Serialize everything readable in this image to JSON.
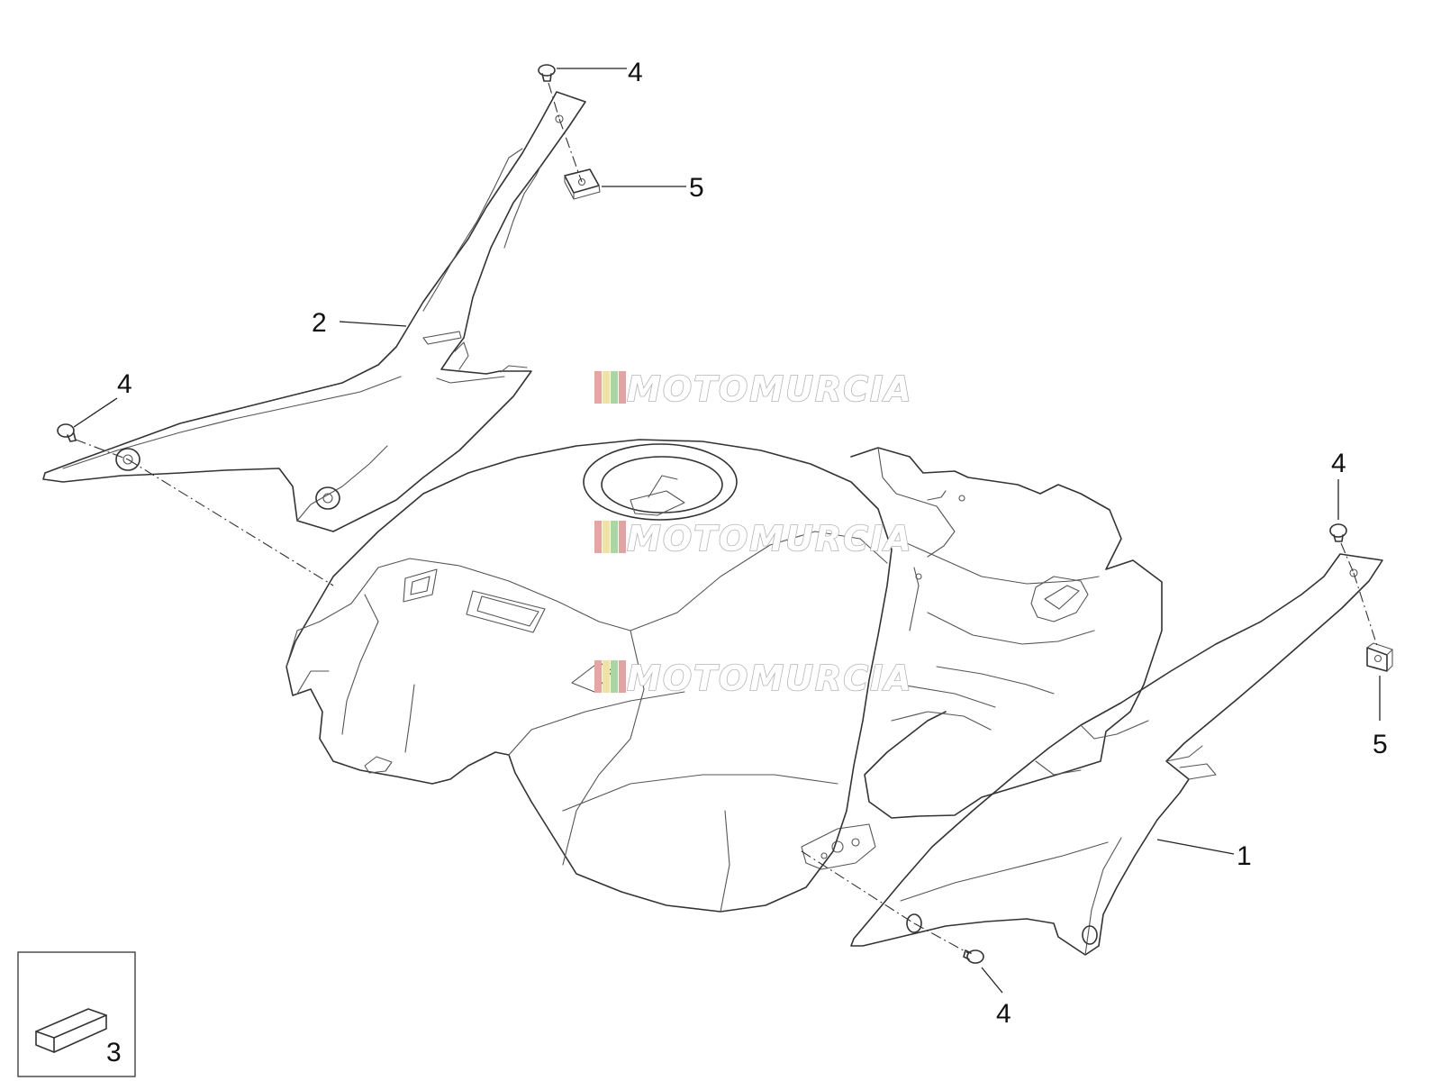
{
  "watermark": {
    "text": "MOTOMURCIA",
    "stripe_colors": [
      "#e8a3a3",
      "#f0e2a0",
      "#a9d6a3",
      "#e3a3a3"
    ]
  },
  "callouts": {
    "top_fastener": "4",
    "top_clip": "5",
    "left_cover": "2",
    "left_fastener": "4",
    "right_top_fastener": "4",
    "right_clip": "5",
    "right_cover": "1",
    "bottom_fastener": "4",
    "kit": "3"
  }
}
